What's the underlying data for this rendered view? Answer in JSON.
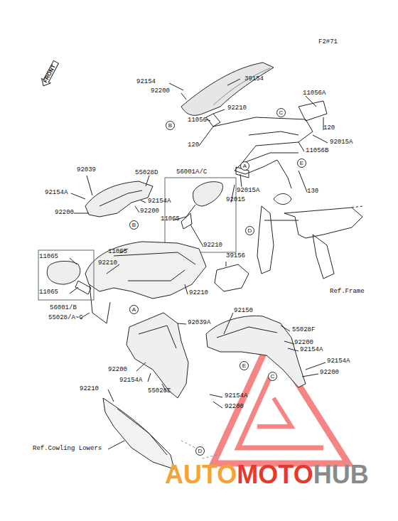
{
  "diagram": {
    "nodes": [
      {
        "text": [
          "FRONT"
        ]
      },
      {
        "text": [
          "B"
        ]
      },
      {
        "text": [
          "C"
        ]
      },
      {
        "text": [
          "A"
        ]
      },
      {
        "text": [
          "E"
        ]
      },
      {
        "text": [
          "B"
        ]
      },
      {
        "text": [
          "D"
        ]
      },
      {
        "text": [
          "A"
        ]
      },
      {
        "text": [
          "E"
        ]
      },
      {
        "text": [
          "C"
        ]
      },
      {
        "text": [
          "D"
        ]
      }
    ],
    "labels": [
      "F2#71",
      "92154",
      "92200",
      "39154",
      "92210",
      "11056A",
      "11056",
      "120",
      "92015A",
      "11056B",
      "120",
      "92015A",
      "130",
      "92015",
      "92039",
      "55028D",
      "56001A/C",
      "92154A",
      "92154A",
      "92200",
      "92200",
      "11065",
      "11065",
      "11065",
      "92210",
      "92210",
      "11065",
      "39156",
      "92210",
      "Ref.Frame",
      "56001/B",
      "55028/A~C",
      "92039A",
      "92150",
      "55028F",
      "92200",
      "92154A",
      "92154A",
      "92200",
      "92200",
      "92154A",
      "92210",
      "55028E",
      "92154A",
      "92200",
      "Ref.Cowling Lowers",
      "AUTO",
      "MOTO",
      "HUB"
    ]
  }
}
